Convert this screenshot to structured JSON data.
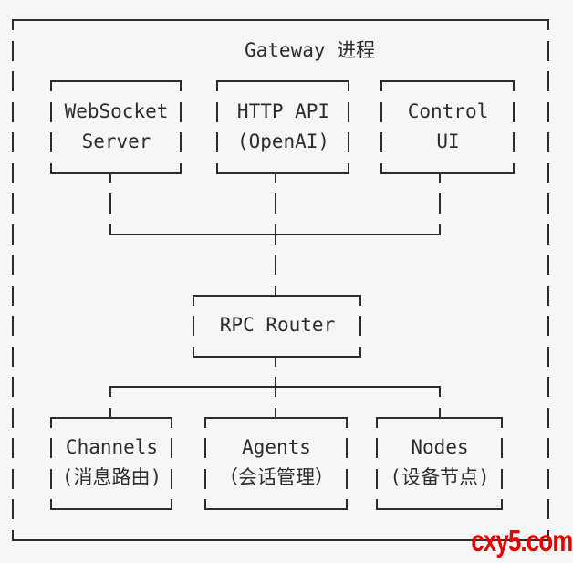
{
  "diagram": {
    "title": "Gateway 进程",
    "top_row_boxes": [
      {
        "line1": "WebSocket",
        "line2": "Server"
      },
      {
        "line1": "HTTP API",
        "line2": "(OpenAI)"
      },
      {
        "line1": "Control",
        "line2": "UI"
      }
    ],
    "middle_box": {
      "line1": "RPC Router"
    },
    "bottom_row_boxes": [
      {
        "line1": "Channels",
        "line2": "(消息路由)"
      },
      {
        "line1": "Agents",
        "line2": "（会话管理）"
      },
      {
        "line1": "Nodes",
        "line2": "(设备节点)"
      }
    ]
  },
  "watermark": {
    "text": "cxy5.com",
    "color": "#e80000"
  },
  "colors": {
    "ink": "#2d2d2d",
    "background": "#f6f6f6"
  }
}
